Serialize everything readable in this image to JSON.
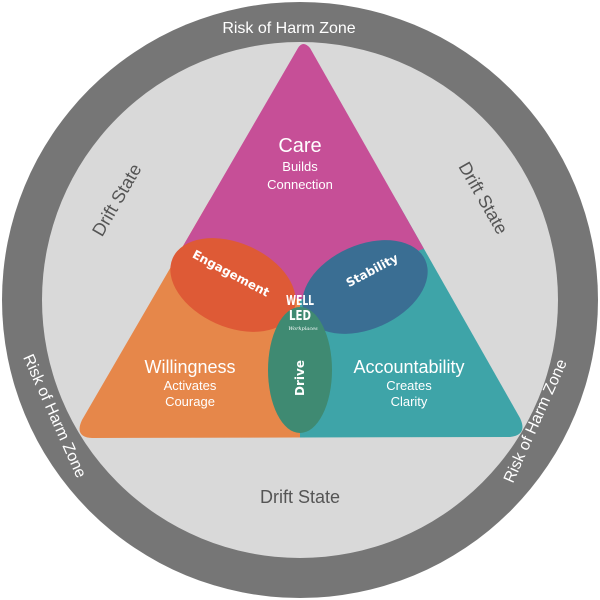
{
  "outer_ring": {
    "label": "Risk of Harm Zone",
    "color": "#767676"
  },
  "inner_zone": {
    "label": "Drift State",
    "color": "#d9d9d9",
    "text_color": "#555555"
  },
  "triangle": {
    "care": {
      "title": "Care",
      "line1": "Builds",
      "line2": "Connection",
      "color": "#c64f97"
    },
    "willingness": {
      "title": "Willingness",
      "line1": "Activates",
      "line2": "Courage",
      "color": "#e6874a"
    },
    "accountability": {
      "title": "Accountability",
      "line1": "Creates",
      "line2": "Clarity",
      "color": "#3ea4a8"
    }
  },
  "overlaps": {
    "engagement": {
      "label": "Engagement",
      "color": "#de5a36"
    },
    "stability": {
      "label": "Stability",
      "color": "#3a6e93"
    },
    "drive": {
      "label": "Drive",
      "color": "#3f8a72"
    }
  },
  "center": {
    "color": "#3d7575",
    "logo_line1": "WELL",
    "logo_line2": "LED",
    "logo_sub": "Workplaces"
  }
}
